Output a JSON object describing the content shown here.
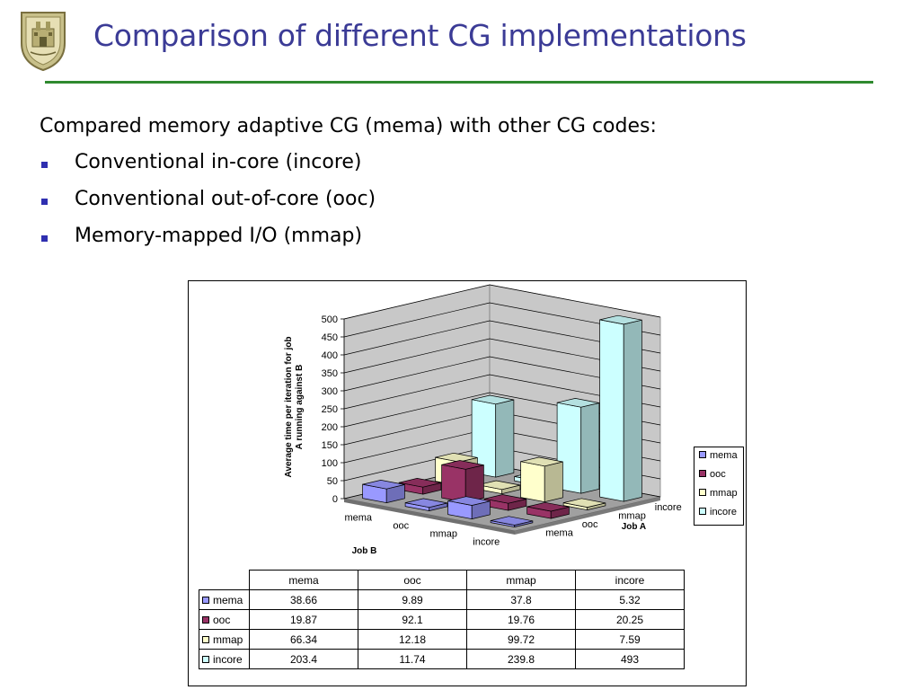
{
  "slide": {
    "title": "Comparison of different CG implementations",
    "intro": "Compared memory adaptive CG (mema) with other CG codes:",
    "bullets": [
      "Conventional in-core (incore)",
      "Conventional out-of-core (ooc)",
      "Memory-mapped I/O (mmap)"
    ]
  },
  "colors": {
    "title": "#3b3b96",
    "rule": "#2f8a2f",
    "bullet": "#2f2fb0",
    "mema": "#9999ff",
    "ooc": "#993366",
    "mmap": "#ffffcc",
    "incore": "#ccffff"
  },
  "logo_icon": "university-crest-icon",
  "chart_data": {
    "type": "bar",
    "three_d": true,
    "ylabel": "Average time per iteration for job A running against B",
    "x_axis_title": "Job B",
    "depth_axis_title": "Job A",
    "categories": [
      "mema",
      "ooc",
      "mmap",
      "incore"
    ],
    "series": [
      {
        "name": "mema",
        "values": [
          38.66,
          9.89,
          37.8,
          5.32
        ]
      },
      {
        "name": "ooc",
        "values": [
          19.87,
          92.1,
          19.76,
          20.25
        ]
      },
      {
        "name": "mmap",
        "values": [
          66.34,
          12.18,
          99.72,
          7.59
        ]
      },
      {
        "name": "incore",
        "values": [
          203.4,
          11.74,
          239.8,
          493
        ]
      }
    ],
    "ylim": [
      0,
      500
    ],
    "yticks": [
      0,
      50,
      100,
      150,
      200,
      250,
      300,
      350,
      400,
      450,
      500
    ],
    "grid": true,
    "legend_position": "right"
  },
  "table": {
    "columns": [
      "mema",
      "ooc",
      "mmap",
      "incore"
    ],
    "rows": [
      {
        "label": "mema",
        "values": [
          "38.66",
          "9.89",
          "37.8",
          "5.32"
        ]
      },
      {
        "label": "ooc",
        "values": [
          "19.87",
          "92.1",
          "19.76",
          "20.25"
        ]
      },
      {
        "label": "mmap",
        "values": [
          "66.34",
          "12.18",
          "99.72",
          "7.59"
        ]
      },
      {
        "label": "incore",
        "values": [
          "203.4",
          "11.74",
          "239.8",
          "493"
        ]
      }
    ]
  }
}
